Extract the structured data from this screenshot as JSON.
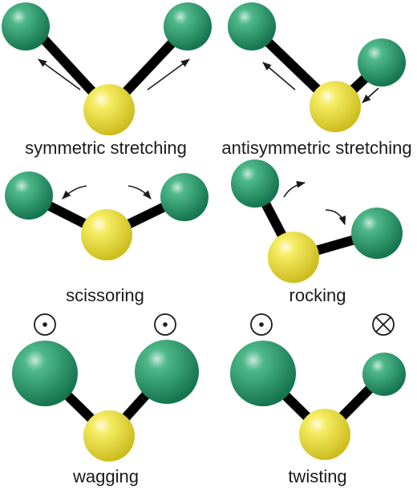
{
  "panels": {
    "symmetric_stretching": {
      "label": "symmetric stretching"
    },
    "antisymmetric_stretching": {
      "label": "antisymmetric stretching"
    },
    "scissoring": {
      "label": "scissoring"
    },
    "rocking": {
      "label": "rocking"
    },
    "wagging": {
      "label": "wagging"
    },
    "twisting": {
      "label": "twisting"
    }
  },
  "colors": {
    "outer_atom": "#1f9a6a",
    "center_atom": "#ecdf3c",
    "bond": "#000000",
    "text": "#1a1a1a"
  },
  "icons": {
    "out_of_page": "dot-in-circle-icon",
    "into_page": "cross-in-circle-icon"
  }
}
